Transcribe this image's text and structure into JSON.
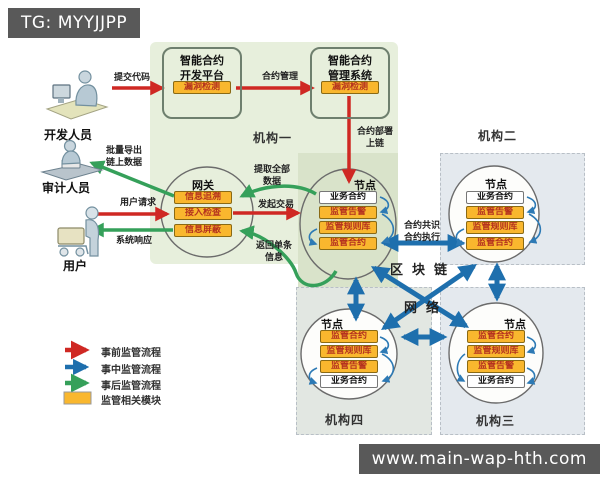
{
  "watermarks": {
    "top": "TG: MYYJJPP",
    "bottom": "www.main-wap-hth.com"
  },
  "colors": {
    "pre_flow_red": "#cf2823",
    "mid_flow_blue": "#1e6fad",
    "post_flow_green": "#35a05a",
    "module_yellow": "#f9b72e",
    "module_text_red": "#b5321f",
    "org1_panel_green": "#e7efdc",
    "node_panel_gray": "#e4e9ee",
    "watermark_bg": "#595959"
  },
  "actors": {
    "developer": "开发人员",
    "auditor": "审计人员",
    "user": "用户"
  },
  "platforms": {
    "dev": {
      "title": "智能合约\n开发平台",
      "module": "漏洞检测"
    },
    "mgmt": {
      "title": "智能合约\n管理系统",
      "module": "漏洞检测"
    }
  },
  "gateway": {
    "title": "网关",
    "modules": [
      "信息追溯",
      "接入检查",
      "信息屏蔽"
    ]
  },
  "orgs": {
    "org1": "机构一",
    "org2": "机构二",
    "org3": "机构三",
    "org4": "机构四"
  },
  "network": {
    "line1": "区块链",
    "line2": "网络"
  },
  "node_title": "节点",
  "nodes": {
    "n1": {
      "boxes": [
        "业务合约",
        "监管告警",
        "监管规则库",
        "监管合约"
      ]
    },
    "n2": {
      "boxes": [
        "业务合约",
        "监管告警",
        "监管规则库",
        "监管合约"
      ]
    },
    "n4": {
      "boxes": [
        "监管合约",
        "监管规则库",
        "监管告警",
        "业务合约"
      ]
    },
    "n3": {
      "boxes": [
        "监管合约",
        "监管规则库",
        "监管告警",
        "业务合约"
      ]
    }
  },
  "flow_labels": {
    "submit_code": "提交代码",
    "contract_mgmt": "合约管理",
    "deploy_chain": "合约部署\n上链",
    "batch_export": "批量导出\n链上数据",
    "user_request": "用户请求",
    "system_response": "系统响应",
    "extract_all": "提取全部\n数据",
    "initiate_tx": "发起交易",
    "return_single": "返回单条\n信息",
    "consensus_exec": "合约共识\n合约执行"
  },
  "legend": [
    {
      "label": "事前监管流程",
      "color": "#cf2823",
      "type": "arrow"
    },
    {
      "label": "事中监管流程",
      "color": "#1e6fad",
      "type": "arrow"
    },
    {
      "label": "事后监管流程",
      "color": "#35a05a",
      "type": "arrow"
    },
    {
      "label": "监管相关模块",
      "color": "#f9b72e",
      "type": "box"
    }
  ]
}
